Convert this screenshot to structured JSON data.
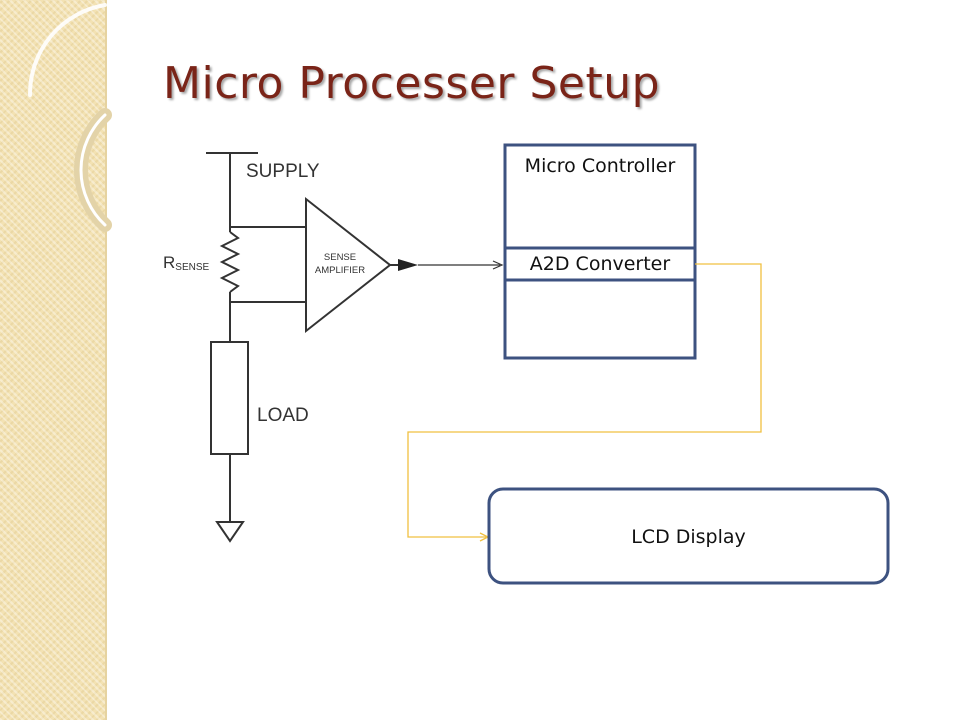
{
  "slide": {
    "title": "Micro Processer Setup"
  },
  "circuit": {
    "supply_label": "SUPPLY",
    "rsense_main": "R",
    "rsense_sub": "SENSE",
    "amp_line1": "SENSE",
    "amp_line2": "AMPLIFIER",
    "load_label": "LOAD"
  },
  "blocks": {
    "micro_controller": "Micro Controller",
    "a2d_converter": "A2D Converter",
    "lcd_display": "LCD Display"
  },
  "colors": {
    "title": "#7a2418",
    "block_border": "#3d5280",
    "connector": "#f0c040",
    "sidebar": "#f3e2b3"
  }
}
